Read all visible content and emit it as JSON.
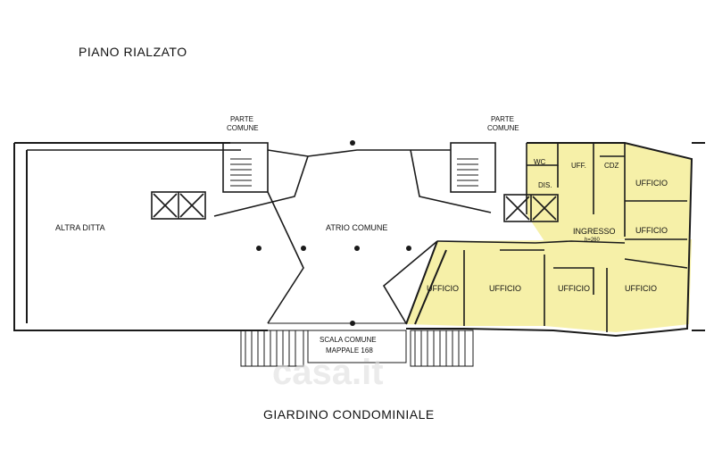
{
  "header": {
    "floor_title": "PIANO RIALZATO"
  },
  "footer": {
    "garden_label": "GIARDINO CONDOMINIALE"
  },
  "watermark": {
    "text": "casa.it"
  },
  "colors": {
    "office_fill": "#f6f0a8",
    "wall": "#1a1a1a",
    "background": "#ffffff"
  },
  "labels": {
    "altra_ditta": "ALTRA DITTA",
    "atrio_comune": "ATRIO COMUNE",
    "parte_comune_left_1": "PARTE",
    "parte_comune_left_2": "COMUNE",
    "parte_comune_right_1": "PARTE",
    "parte_comune_right_2": "COMUNE",
    "scala_comune_1": "SCALA COMUNE",
    "scala_comune_2": "MAPPALE 168",
    "wc": "WC",
    "uff": "UFF.",
    "cdz": "CDZ",
    "dis": "DIS.",
    "ingresso": "INGRESSO",
    "height_note": "h=260",
    "ufficio": "UFFICIO"
  }
}
